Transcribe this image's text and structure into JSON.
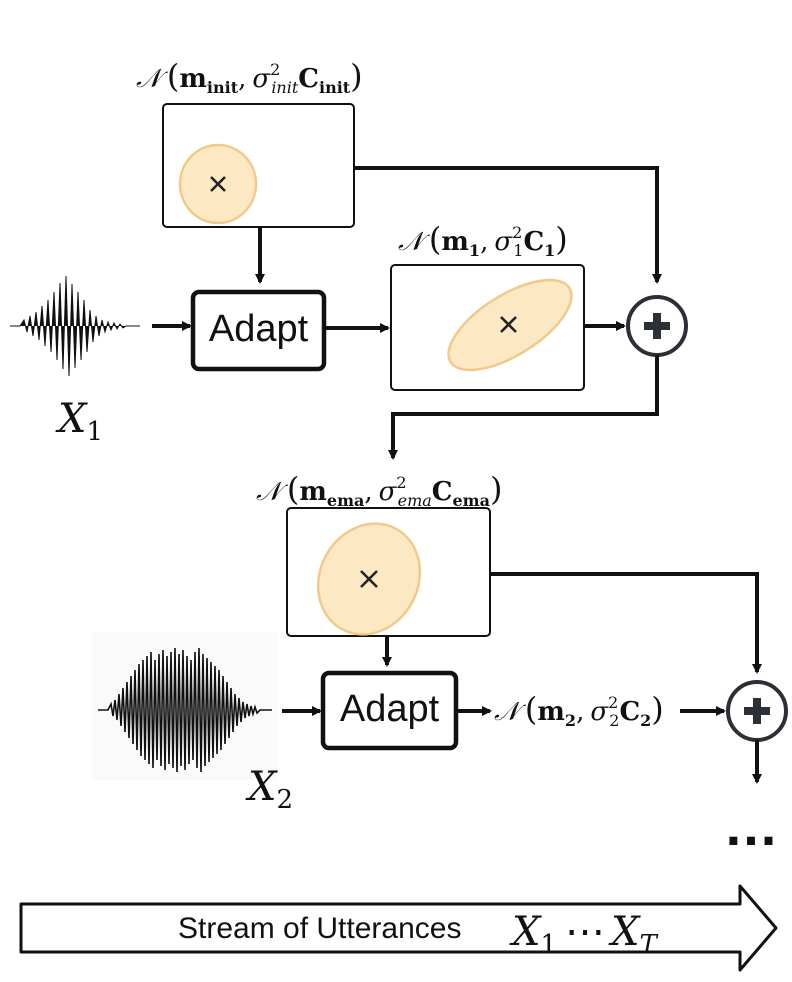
{
  "adapt_label": "Adapt",
  "stream_label": "Stream of Utterances",
  "ellipsis": "...",
  "dist_init": {
    "N": "𝒩",
    "m": "m",
    "m_sub": "init",
    "sigma": "σ",
    "sigma_sub": "init",
    "sigma_sup": "2",
    "C": "C",
    "C_sub": "init"
  },
  "dist_1": {
    "N": "𝒩",
    "m": "m",
    "m_sub": "1",
    "sigma": "σ",
    "sigma_sub": "1",
    "sigma_sup": "2",
    "C": "C",
    "C_sub": "1"
  },
  "dist_ema": {
    "N": "𝒩",
    "m": "m",
    "m_sub": "ema",
    "sigma": "σ",
    "sigma_sub": "ema",
    "sigma_sup": "2",
    "C": "C",
    "C_sub": "ema"
  },
  "dist_2": {
    "N": "𝒩",
    "m": "m",
    "m_sub": "2",
    "sigma": "σ",
    "sigma_sub": "2",
    "sigma_sup": "2",
    "C": "C",
    "C_sub": "2"
  },
  "x1": {
    "var": "X",
    "sub": "1"
  },
  "x2": {
    "var": "X",
    "sub": "2"
  },
  "stream_range": {
    "x_first": "X",
    "x_first_sub": "1",
    "dots": "⋯",
    "x_last": "X",
    "x_last_sub": "T"
  },
  "colors": {
    "ellipse_fill": "#fde8c4",
    "ellipse_stroke": "#f2c98a",
    "sum_node": "#2b2f36"
  }
}
